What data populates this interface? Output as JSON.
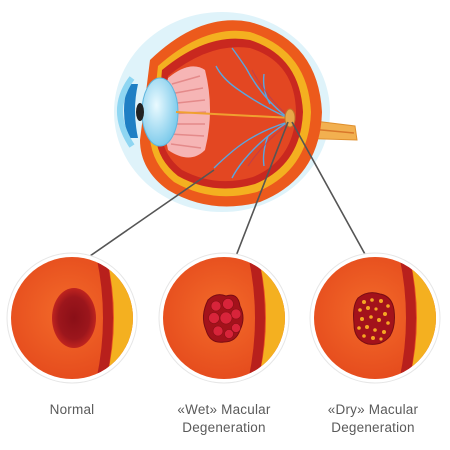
{
  "labels": {
    "normal": "Normal",
    "wet_line1": "«Wet» Macular",
    "wet_line2": "Degeneration",
    "dry_line1": "«Dry» Macular",
    "dry_line2": "Degeneration"
  },
  "colors": {
    "sclera": "#e7541b",
    "retina": "#d12c25",
    "choroid_yellow": "#f4b020",
    "macula_dark": "#8b1218",
    "lens_blue": "#7fd0ef",
    "iris_blue": "#1f7fc4",
    "ciliary_pink": "#f2a7a7",
    "vessel_blue": "#5aa6e0",
    "optic_nerve": "#f2b050",
    "glow": "#d7f0f8",
    "pointer_line": "#555555"
  }
}
